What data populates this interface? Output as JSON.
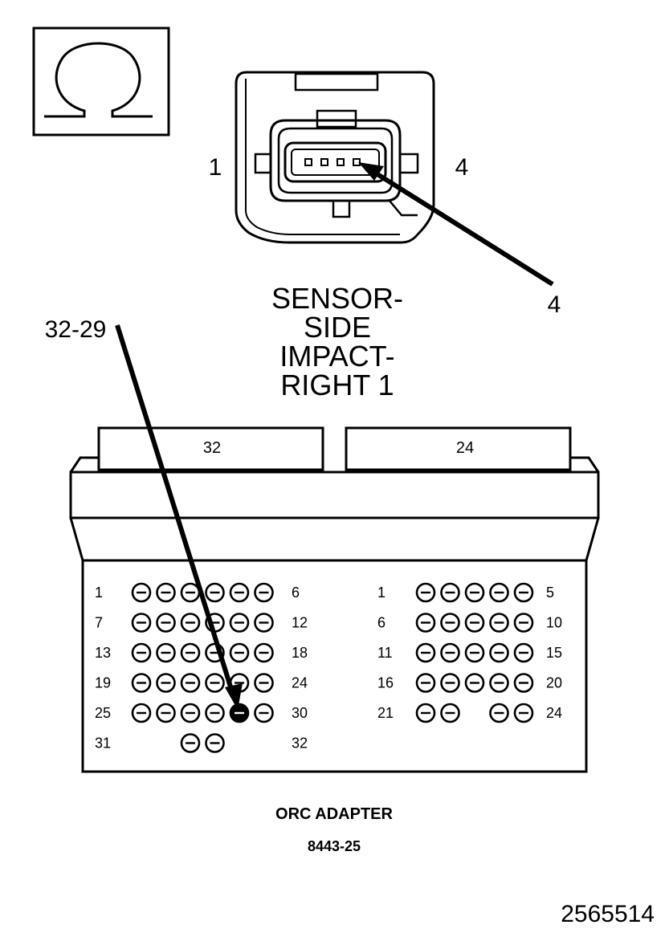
{
  "ohm_icon": {
    "symbol": "Ω",
    "icon": "ohm-icon"
  },
  "sensor_connector": {
    "left_pin_label": "1",
    "right_pin_label": "4",
    "callout_label": "4",
    "pin_count": 4,
    "highlighted_pin": 4
  },
  "title_lines": [
    "SENSOR-",
    "SIDE",
    "IMPACT-",
    "RIGHT 1"
  ],
  "adapter_callout_label": "32-29",
  "adapter": {
    "left_block": {
      "header_label": "32",
      "rows": [
        {
          "start": "1",
          "end": "6",
          "pins": [
            1,
            1,
            1,
            1,
            1,
            1
          ]
        },
        {
          "start": "7",
          "end": "12",
          "pins": [
            1,
            1,
            1,
            1,
            1,
            1
          ]
        },
        {
          "start": "13",
          "end": "18",
          "pins": [
            1,
            1,
            1,
            1,
            1,
            1
          ]
        },
        {
          "start": "19",
          "end": "24",
          "pins": [
            1,
            1,
            1,
            1,
            1,
            1
          ]
        },
        {
          "start": "25",
          "end": "30",
          "pins": [
            1,
            1,
            1,
            1,
            1,
            1
          ]
        },
        {
          "start": "31",
          "end": "32",
          "pins": [
            0,
            0,
            1,
            1,
            0,
            0
          ]
        }
      ],
      "highlighted_pin": {
        "row": 4,
        "col": 4
      }
    },
    "right_block": {
      "header_label": "24",
      "rows": [
        {
          "start": "1",
          "end": "5",
          "pins": [
            1,
            1,
            1,
            1,
            1
          ]
        },
        {
          "start": "6",
          "end": "10",
          "pins": [
            1,
            1,
            1,
            1,
            1
          ]
        },
        {
          "start": "11",
          "end": "15",
          "pins": [
            1,
            1,
            1,
            1,
            1
          ]
        },
        {
          "start": "16",
          "end": "20",
          "pins": [
            1,
            1,
            1,
            1,
            1
          ]
        },
        {
          "start": "21",
          "end": "24",
          "pins": [
            1,
            1,
            0,
            1,
            1
          ]
        }
      ]
    }
  },
  "adapter_caption": "ORC ADAPTER",
  "adapter_part_number": "8443-25",
  "figure_number": "2565514"
}
